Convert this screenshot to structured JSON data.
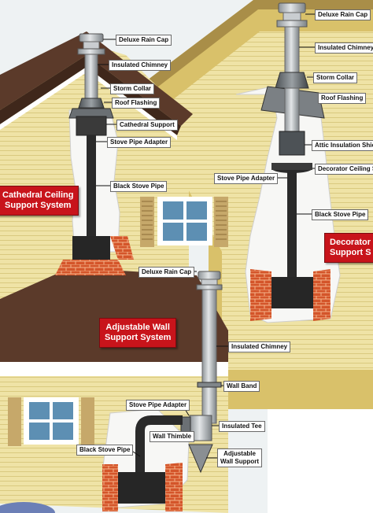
{
  "systems": {
    "cathedral": {
      "line1": "Cathedral Ceiling",
      "line2": "Support System"
    },
    "adjustable_wall": {
      "line1": "Adjustable Wall",
      "line2": "Support System"
    },
    "decorator": {
      "line1": "Decorator",
      "line2": "Support S"
    }
  },
  "labels": {
    "cathedral": {
      "rain_cap": "Deluxe Rain Cap",
      "insulated_chimney": "Insulated Chimney",
      "storm_collar": "Storm Collar",
      "roof_flashing": "Roof Flashing",
      "cathedral_support": "Cathedral Support",
      "stove_pipe_adapter": "Stove Pipe Adapter",
      "black_stove_pipe": "Black Stove Pipe"
    },
    "decorator": {
      "rain_cap": "Deluxe Rain Cap",
      "insulated_chimney": "Insulated Chimney",
      "storm_collar": "Storm Collar",
      "roof_flashing": "Roof Flashing",
      "attic_shield": "Attic Insulation Shield",
      "ceiling_support": "Decorator Ceiling S",
      "stove_pipe_adapter": "Stove Pipe Adapter",
      "black_stove_pipe": "Black Stove Pipe"
    },
    "wall": {
      "rain_cap": "Deluxe Rain Cap",
      "insulated_chimney": "Insulated Chimney",
      "wall_band": "Wall Band",
      "stove_pipe_adapter": "Stove Pipe Adapter",
      "insulated_tee": "Insulated Tee",
      "wall_thimble": "Wall Thimble",
      "adjustable_support_1": "Adjustable",
      "adjustable_support_2": "Wall Support",
      "black_stove_pipe": "Black Stove Pipe"
    }
  },
  "colors": {
    "sky": "#e9eef0",
    "house": "#efe3a6",
    "siding_line": "#d7c77e",
    "roof": "#5b3a2a",
    "trim": "#ffffff",
    "brick": "#d4552a",
    "banner_red": "#c8141b",
    "pipe_black": "#2a2a2a",
    "chimney_silver": "#b9bec2"
  }
}
